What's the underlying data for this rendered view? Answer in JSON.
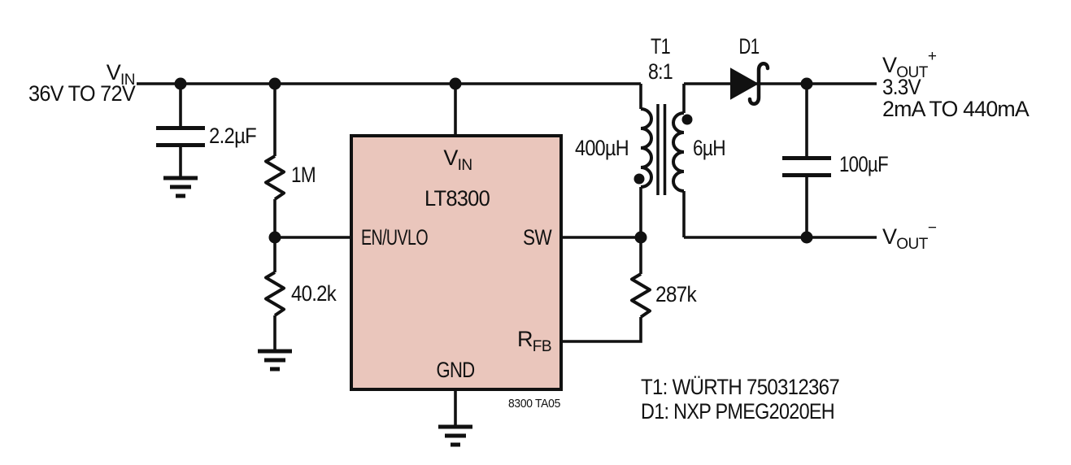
{
  "colors": {
    "line": "#111111",
    "ic_fill": "#eac6bc",
    "background": "#ffffff"
  },
  "input": {
    "rail": {
      "main": "V",
      "sub": "IN"
    },
    "range": "36V TO 72V",
    "cap": "2.2µF",
    "r_upper": "1M",
    "r_lower": "40.2k"
  },
  "ic": {
    "part": "LT8300",
    "pins": {
      "vin": {
        "main": "V",
        "sub": "IN"
      },
      "en": "EN/UVLO",
      "sw": "SW",
      "rfb": {
        "main": "R",
        "sub": "FB"
      },
      "gnd": "GND"
    },
    "fig_id": "8300 TA05"
  },
  "transformer": {
    "ref": "T1",
    "ratio": "8:1",
    "primary": "400µH",
    "secondary": "6µH"
  },
  "diode": {
    "ref": "D1"
  },
  "feedback": {
    "resistor": "287k"
  },
  "output": {
    "pos": {
      "main": "V",
      "sub": "OUT",
      "sup": "+"
    },
    "voltage": "3.3V",
    "current": "2mA TO 440mA",
    "cap": "100µF",
    "neg": {
      "main": "V",
      "sub": "OUT",
      "sup": "−"
    }
  },
  "notes": {
    "t1": "T1: WÜRTH 750312367",
    "d1": "D1: NXP PMEG2020EH"
  }
}
